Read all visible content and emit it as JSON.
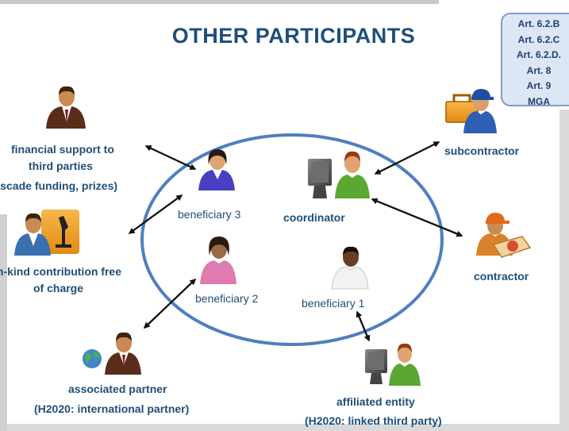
{
  "title": "OTHER PARTICIPANTS",
  "legal_box": {
    "lines": [
      "Art. 6.2.B",
      "Art. 6.2.C",
      "Art. 6.2.D.",
      "Art. 8",
      "Art. 9",
      "MGA"
    ]
  },
  "inner": {
    "beneficiary_3": "beneficiary 3",
    "coordinator": "coordinator",
    "beneficiary_2": "beneficiary 2",
    "beneficiary_1": "beneficiary 1"
  },
  "outer": {
    "financial_support": [
      "financial support to",
      "third parties",
      "(cascade funding, prizes)"
    ],
    "in_kind": [
      "in-kind contribution free",
      "of charge"
    ],
    "associated_partner": [
      "associated partner",
      "(H2020: international partner)"
    ],
    "subcontractor": "subcontractor",
    "contractor": "contractor",
    "affiliated_entity": [
      "affiliated entity",
      "(H2020: linked third party)"
    ]
  },
  "colors": {
    "title": "#1f4e79",
    "label": "#1f4e79",
    "ellipse": "#4f7fbf",
    "arrow": "#111111",
    "box_fill": "#dce6f5",
    "box_border": "#7f9cc6"
  },
  "icons": [
    "person-brown-suit-icon",
    "person-microscope-icon",
    "person-globe-icon",
    "worker-toolbox-icon",
    "delivery-pizza-icon",
    "person-computer-icon",
    "person-purple-icon",
    "person-pink-icon",
    "person-white-icon"
  ]
}
